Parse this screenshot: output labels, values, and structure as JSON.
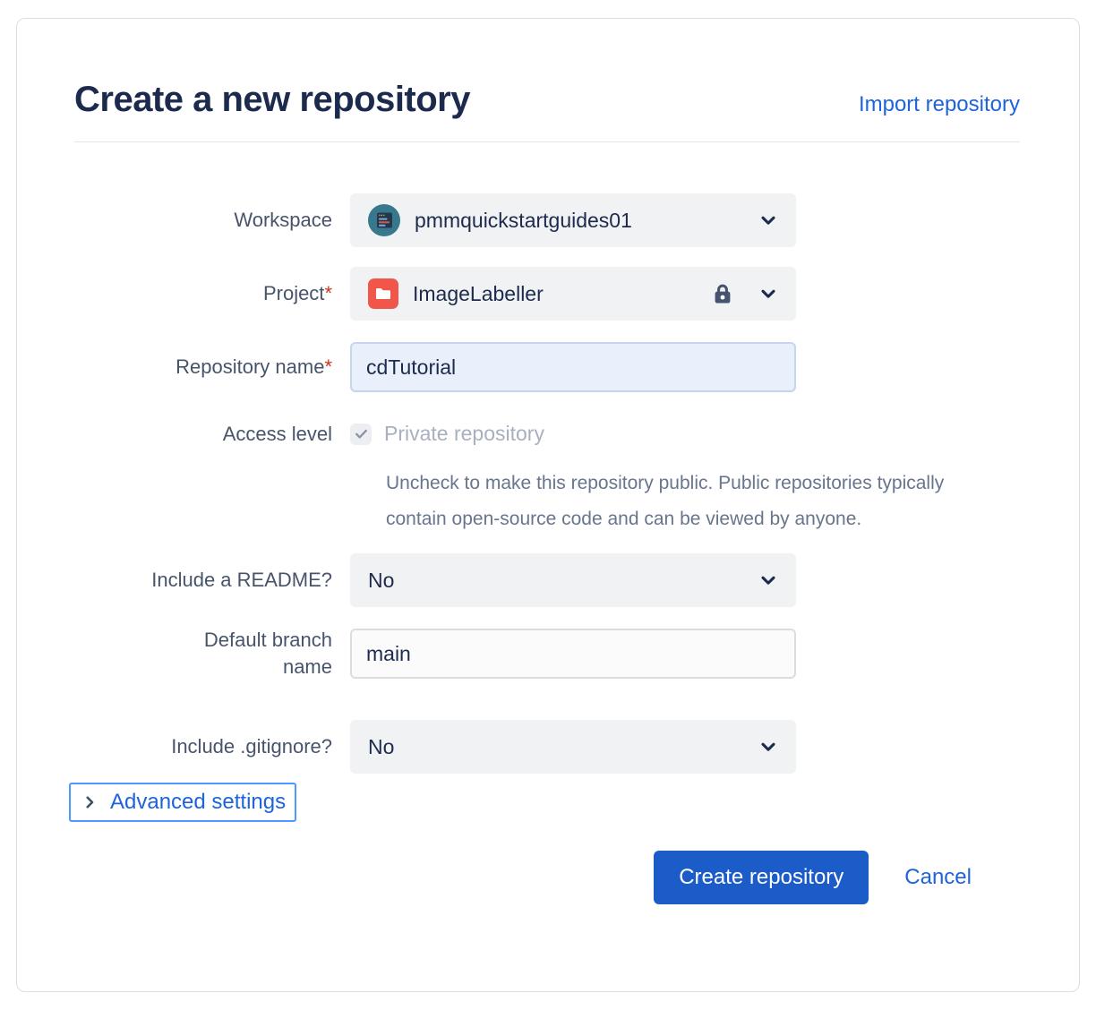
{
  "header": {
    "title": "Create a new repository",
    "import_link": "Import repository"
  },
  "form": {
    "workspace": {
      "label": "Workspace",
      "value": "pmmquickstartguides01",
      "icon": "workspace-avatar-icon"
    },
    "project": {
      "label": "Project",
      "required": "*",
      "value": "ImageLabeller",
      "icon": "project-avatar-icon",
      "lock_icon": "lock-icon"
    },
    "repository_name": {
      "label": "Repository name",
      "required": "*",
      "value": "cdTutorial"
    },
    "access_level": {
      "label": "Access level",
      "checkbox_checked": true,
      "checkbox_disabled": true,
      "checkbox_label": "Private repository",
      "help_text": "Uncheck to make this repository public. Public repositories typically contain open‑source code and can be viewed by anyone."
    },
    "include_readme": {
      "label": "Include a README?",
      "value": "No"
    },
    "default_branch": {
      "label": "Default branch name",
      "value": "main"
    },
    "include_gitignore": {
      "label": "Include .gitignore?",
      "value": "No"
    }
  },
  "advanced_settings": {
    "label": "Advanced settings"
  },
  "footer": {
    "create_label": "Create repository",
    "cancel_label": "Cancel"
  },
  "colors": {
    "link_blue": "#1D63DC",
    "button_blue": "#1B5CC8",
    "focus_ring_blue": "#4C9AFF",
    "required_red": "#CA3521",
    "project_icon_red": "#F0564A",
    "workspace_avatar_teal": "#37788C",
    "heading_navy": "#1C2B4D",
    "label_slate": "#47546B",
    "field_gray_bg": "#F1F2F4",
    "focused_input_bg": "#E9F0FB"
  }
}
